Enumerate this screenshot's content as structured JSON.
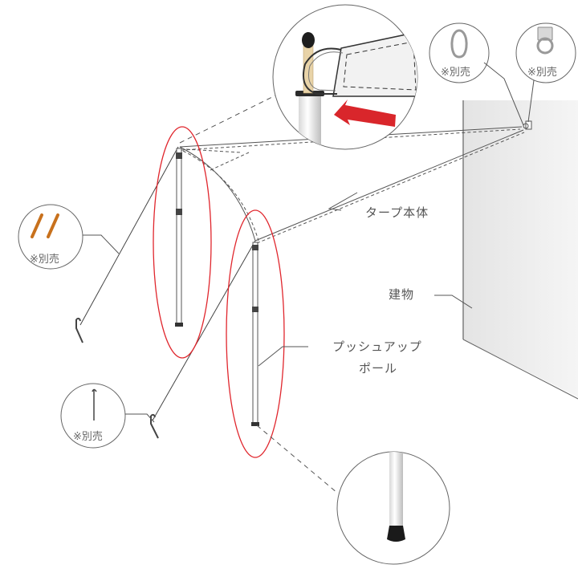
{
  "labels": {
    "tarp_body": "タープ本体",
    "building": "建物",
    "push_up_pole_line1": "プッシュアップ",
    "push_up_pole_line2": "ポール",
    "sold_separately": "※別売"
  },
  "callouts": [
    {
      "id": "carabiner",
      "label": "※別売",
      "item": "carabiner"
    },
    {
      "id": "eye-plate",
      "label": "※別売",
      "item": "eye plate with ring"
    },
    {
      "id": "rope",
      "label": "※別売",
      "item": "guy ropes"
    },
    {
      "id": "peg",
      "label": "※別売",
      "item": "tent peg"
    }
  ],
  "details": [
    {
      "id": "pole-top-detail",
      "item": "pole tip inserted through tarp ring"
    },
    {
      "id": "pole-foot-detail",
      "item": "pole rubber foot cap"
    }
  ],
  "colors": {
    "highlight_ellipse": "#e0262d",
    "arrow": "#d9262b",
    "line": "#555555",
    "wall": "#ececec",
    "rope": "#c8711d"
  }
}
